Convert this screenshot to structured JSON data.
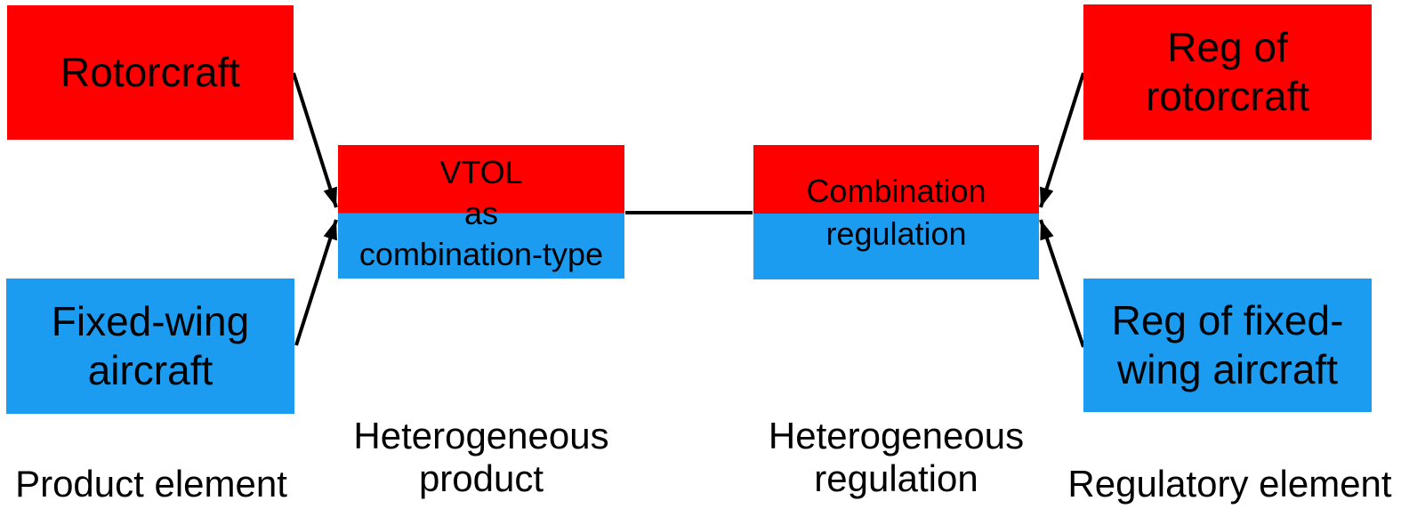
{
  "colors": {
    "product_red": "#fe0000",
    "product_blue": "#1b9cf0",
    "line_black": "#000000",
    "text_black": "#000000",
    "background": "#ffffff"
  },
  "nodes": {
    "rotorcraft": "Rotorcraft",
    "fixed_wing_aircraft": "Fixed-wing\naircraft",
    "vtol": "VTOL\nas\ncombination-type",
    "combination_regulation": "Combination\nregulation",
    "reg_of_rotorcraft": "Reg of\nrotorcraft",
    "reg_of_fixed_wing_aircraft": "Reg of fixed-\nwing aircraft"
  },
  "captions": {
    "product_element": "Product element",
    "heterogeneous_product": "Heterogeneous\nproduct",
    "heterogeneous_regulation": "Heterogeneous\nregulation",
    "regulatory_element": "Regulatory element"
  },
  "connections": [
    {
      "from": "rotorcraft",
      "to": "vtol",
      "type": "arrow"
    },
    {
      "from": "fixed_wing_aircraft",
      "to": "vtol",
      "type": "arrow"
    },
    {
      "from": "vtol",
      "to": "combination_regulation",
      "type": "line"
    },
    {
      "from": "reg_of_rotorcraft",
      "to": "combination_regulation",
      "type": "arrow"
    },
    {
      "from": "reg_of_fixed_wing_aircraft",
      "to": "combination_regulation",
      "type": "arrow"
    }
  ]
}
